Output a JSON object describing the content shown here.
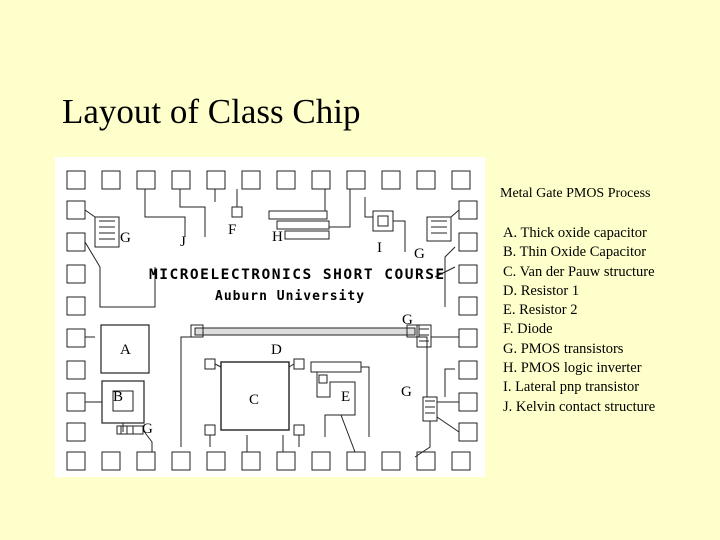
{
  "slide": {
    "title": "Layout of Class Chip",
    "process": "Metal Gate PMOS Process"
  },
  "legend": [
    "A. Thick oxide capacitor",
    "B. Thin Oxide Capacitor",
    "C. Van der Pauw structure",
    "D. Resistor 1",
    "E. Resistor 2",
    "F. Diode",
    "G. PMOS transistors",
    "H. PMOS logic inverter",
    "I. Lateral pnp transistor",
    "J. Kelvin contact structure"
  ],
  "chip": {
    "banner": "MICROELECTRONICS SHORT COURSE",
    "subtitle": "Auburn University",
    "labels": {
      "g1": "G",
      "j": "J",
      "f": "F",
      "h": "H",
      "i": "I",
      "g2": "G",
      "g3": "G",
      "a": "A",
      "d": "D",
      "b": "B",
      "c": "C",
      "e": "E",
      "g4": "G",
      "g5": "G"
    }
  }
}
